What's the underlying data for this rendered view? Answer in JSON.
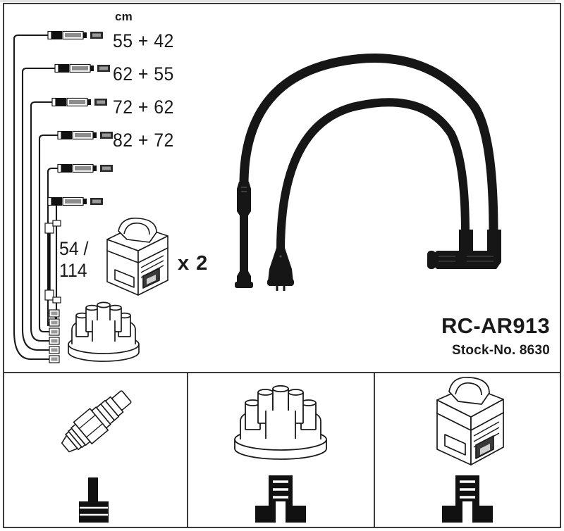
{
  "product": {
    "code": "RC-AR913",
    "stock_label": "Stock-No. 8630"
  },
  "table": {
    "unit_header": "cm",
    "lengths": [
      "55 + 42",
      "62 + 55",
      "72 + 62",
      "82 + 72"
    ],
    "dual_length": "54 /\n114",
    "coil_quantity": "x 2"
  },
  "panels": [
    {
      "name": "spark-plug",
      "connector": "straight-boot"
    },
    {
      "name": "distributor-cap",
      "connector": "ribbed-boot"
    },
    {
      "name": "ignition-coil",
      "connector": "ribbed-boot"
    }
  ],
  "colors": {
    "cable": "#161616",
    "line": "#1a1a1a",
    "frame": "#3b3b3b",
    "subdivider": "#e2e2e2",
    "background": "#ffffff"
  },
  "icons": {
    "spark_plug": "spark-plug-icon",
    "distributor_cap": "distributor-cap-icon",
    "ignition_coil": "ignition-coil-icon"
  }
}
